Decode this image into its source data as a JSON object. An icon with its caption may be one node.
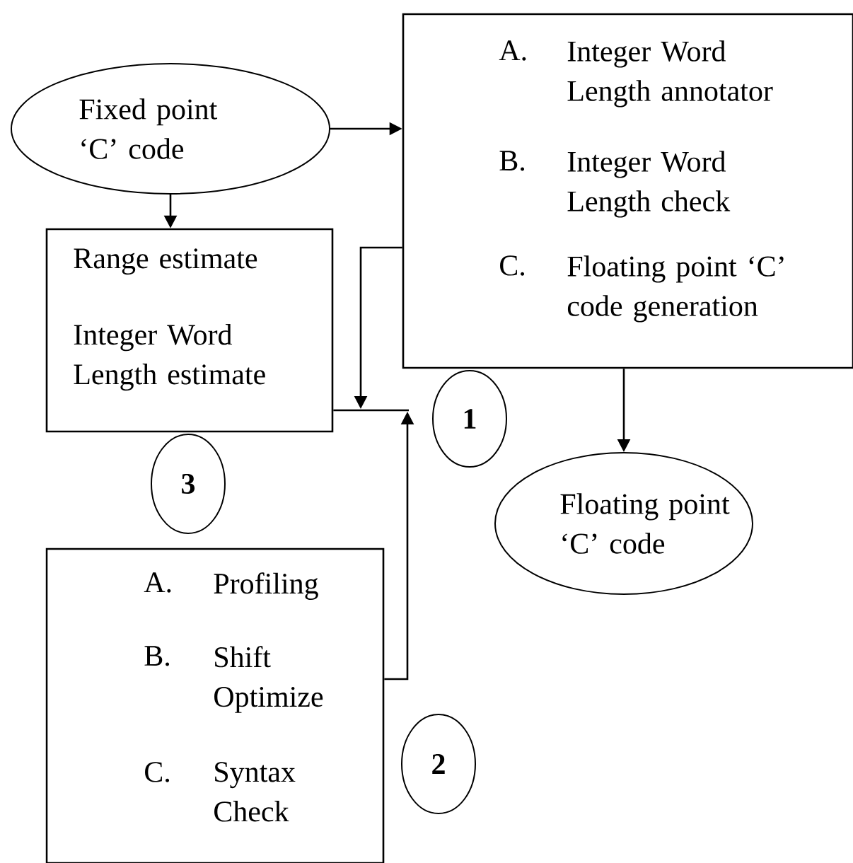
{
  "diagram": {
    "nodes": [
      {
        "text": [
          "Fixed point ‘C’ code"
        ]
      },
      {
        "text": [
          "A.",
          "Integer Word Length annotator",
          "B.",
          "Integer Word Length check",
          "C.",
          "Floating point ‘C’ code generation"
        ]
      },
      {
        "text": [
          "Range estimate",
          "Integer Word Length estimate"
        ]
      },
      {
        "text": [
          "1"
        ]
      },
      {
        "text": [
          "Floating point ‘C’ code"
        ]
      },
      {
        "text": [
          "3"
        ]
      },
      {
        "text": [
          "A.",
          "Profiling",
          "B.",
          "Shift Optimize",
          "C.",
          "Syntax Check"
        ]
      },
      {
        "text": [
          "2"
        ]
      }
    ],
    "edges": [
      {
        "from": 0,
        "to": 1,
        "arrow": "to"
      },
      {
        "from": 0,
        "to": 2,
        "arrow": "to"
      },
      {
        "from": 1,
        "to": 4,
        "arrow": "to"
      },
      {
        "from": 1,
        "to": null,
        "arrow": "to"
      },
      {
        "from": 6,
        "to": null,
        "arrow": "to"
      },
      {
        "from": 2,
        "to": null,
        "arrow": "none"
      }
    ]
  }
}
